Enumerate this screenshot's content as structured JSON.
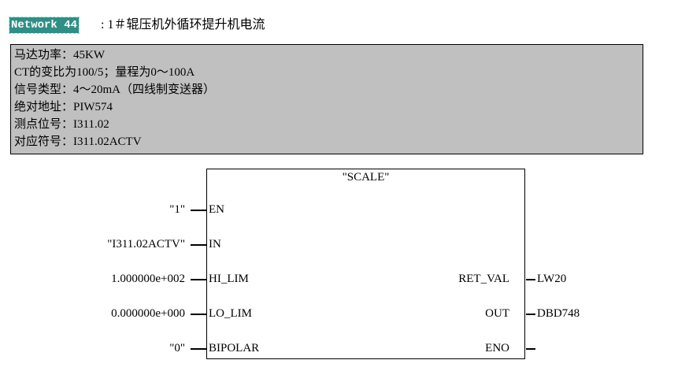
{
  "network": {
    "label": "Network 44",
    "title": ": 1＃辊压机外循环提升机电流"
  },
  "comment": [
    "马达功率：45KW",
    "CT的变比为100/5；量程为0～100A",
    "信号类型：4～20mA（四线制变送器）",
    "绝对地址：PIW574",
    "测点位号：I311.02",
    "对应符号：I311.02ACTV"
  ],
  "block": {
    "name": "\"SCALE\"",
    "inputs": [
      {
        "pin": "EN",
        "value": "\"1\""
      },
      {
        "pin": "IN",
        "value": "\"I311.02ACTV\""
      },
      {
        "pin": "HI_LIM",
        "value": "1.000000e+002"
      },
      {
        "pin": "LO_LIM",
        "value": "0.000000e+000"
      },
      {
        "pin": "BIPOLAR",
        "value": "\"0\""
      }
    ],
    "outputs": [
      {
        "pin": "RET_VAL",
        "value": "LW20"
      },
      {
        "pin": "OUT",
        "value": "DBD748"
      },
      {
        "pin": "ENO",
        "value": ""
      }
    ]
  }
}
